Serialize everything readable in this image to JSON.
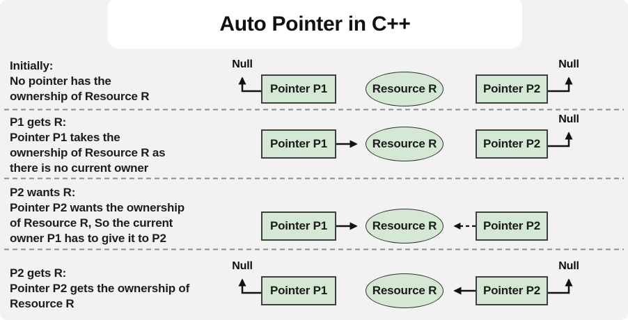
{
  "title": "Auto Pointer in C++",
  "shapes": {
    "pointer_p1": "Pointer P1",
    "pointer_p2": "Pointer P2",
    "resource": "Resource R",
    "null_label": "Null"
  },
  "colors": {
    "background": "#f2f2f2",
    "card": "#ffffff",
    "shape_fill": "#d5e8d4",
    "shape_border": "#3f3f3f",
    "arrow": "#111111",
    "separator": "#8c8c8c",
    "text": "#1c1c1c"
  },
  "rows": [
    {
      "heading": "Initially:",
      "lines": [
        "No pointer has the",
        "ownership of Resource R"
      ]
    },
    {
      "heading": "P1 gets R:",
      "lines": [
        "Pointer P1 takes the",
        "ownership of Resource R as",
        "there is no current owner"
      ]
    },
    {
      "heading": "P2 wants R:",
      "lines": [
        "Pointer P2 wants the ownership",
        "of Resource R, So the current",
        "owner P1 has to give it to P2"
      ]
    },
    {
      "heading": "P2 gets R:",
      "lines": [
        "Pointer P2 gets the ownership of",
        "Resource R"
      ]
    }
  ]
}
